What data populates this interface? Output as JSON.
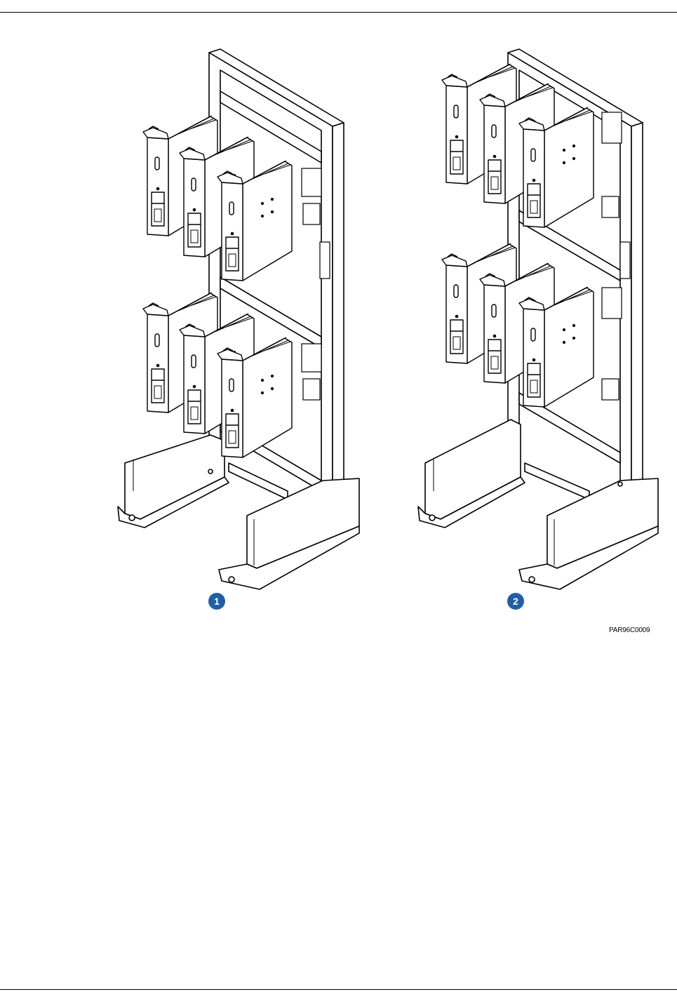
{
  "figure": {
    "callouts": [
      {
        "label": "1"
      },
      {
        "label": "2"
      }
    ],
    "figure_id": "PAR96C0009",
    "callout_color": "#1f5fa8",
    "line_color": "#000000",
    "fill_color": "#ffffff",
    "icons": [
      "board-module-icon",
      "rack-frame-icon",
      "callout-icon"
    ]
  }
}
